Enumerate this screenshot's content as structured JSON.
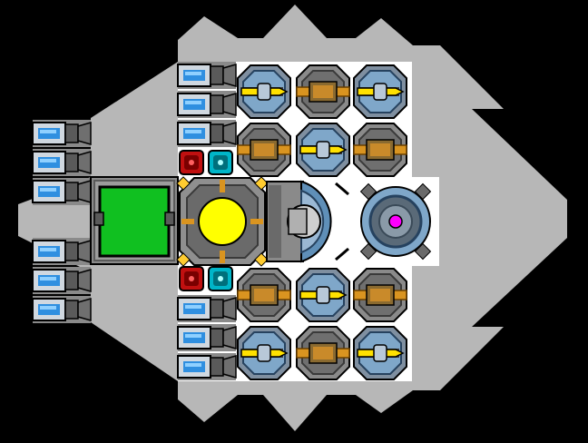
{
  "app": {
    "type": "ship-builder-grid-view"
  },
  "colors": {
    "background": "#000000",
    "hull": "#b7b7b7",
    "deck": "#ffffff",
    "panel": "#8a8a8a",
    "panel_dark": "#4f4f4f",
    "thruster_blue": "#2f8fe0",
    "cockpit_green": "#10c020",
    "reactor_yellow": "#ffff00",
    "gyro_magenta": "#ff00ff",
    "brass": "#d99420",
    "steel_blue": "#7fa7c9",
    "battery_red": "#c01010",
    "battery_cyan": "#00b5c8"
  },
  "modules": {
    "thrusters": {
      "label": "thrusters",
      "icon": "thruster-icon",
      "count": 12
    },
    "turrets": {
      "label": "turrets",
      "icon": "turret-icon",
      "count": 12
    },
    "cockpit": {
      "label": "cockpit",
      "icon": "cockpit-icon"
    },
    "reactor": {
      "label": "reactor",
      "icon": "reactor-icon"
    },
    "engine": {
      "label": "engine",
      "icon": "engine-icon"
    },
    "gyroscope": {
      "label": "gyroscope",
      "icon": "gyro-icon"
    },
    "batteries": {
      "label": "batteries",
      "icon": "battery-icon",
      "count": 4
    }
  }
}
